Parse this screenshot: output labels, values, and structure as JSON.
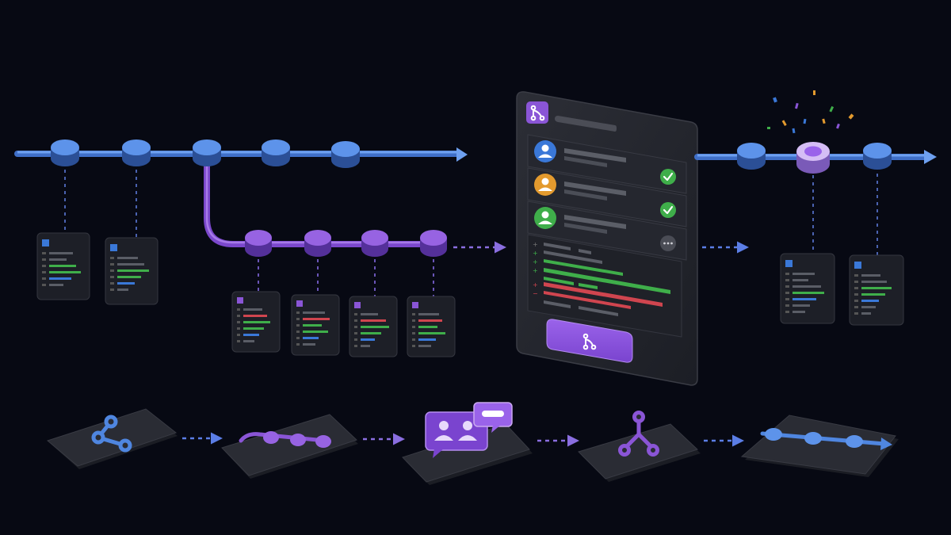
{
  "colors": {
    "background": "#070913",
    "main_branch": "#4f86e0",
    "main_branch_light": "#6ea0f0",
    "feature_branch": "#8a55d6",
    "feature_branch_light": "#a77ae8",
    "card": "#1c1e26",
    "panel": "#2a2c34",
    "diff_added": "#3fae4a",
    "diff_removed": "#d0454f",
    "approved_check": "#3fae4a",
    "merge_node": "#c9a8f0"
  },
  "icons": {
    "panel_logo": "merge-icon",
    "merge_button": "merge-icon",
    "approved": "check-icon",
    "pending": "ellipsis-icon",
    "step_1": "branch-icon",
    "step_2": "commit-chain-icon",
    "step_3": "review-chat-icon",
    "step_4": "merge-icon",
    "step_5": "main-branch-icon"
  },
  "diagram": {
    "main_branch_commits_before": 5,
    "feature_branch_commits": 4,
    "main_branch_commits_after": 3,
    "reviewers": [
      {
        "avatar_color": "#3a78d8",
        "status": "approved-hidden"
      },
      {
        "avatar_color": "#e39a2e",
        "status": "approved"
      },
      {
        "avatar_color": "#3fae4a",
        "status": "approved"
      },
      {
        "avatar_color": "#5a5d66",
        "status": "pending"
      }
    ],
    "workflow_steps": [
      "branch",
      "commit",
      "review",
      "merge",
      "main"
    ]
  }
}
